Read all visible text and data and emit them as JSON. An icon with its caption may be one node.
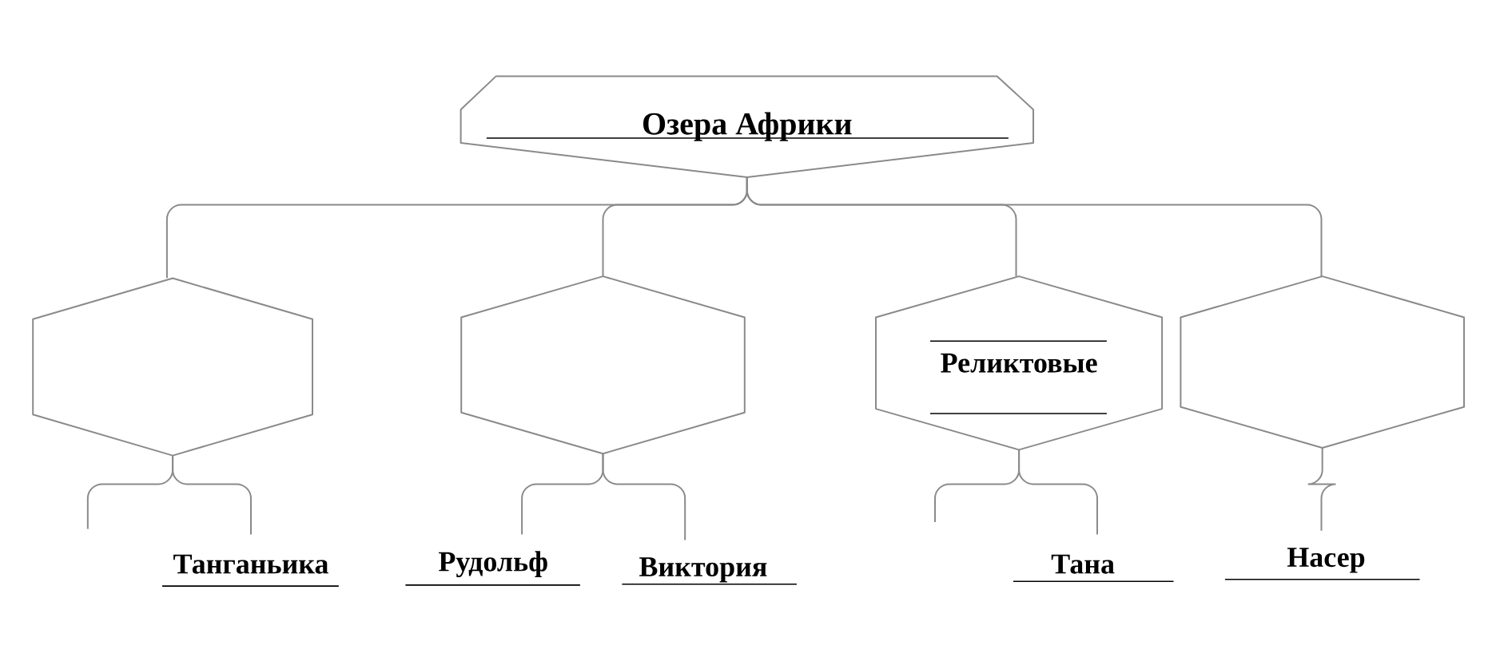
{
  "diagram": {
    "nodes": [
      {
        "text": [
          "Озера Африки"
        ]
      },
      {
        "text": [],
        "shape": "hexagon"
      },
      {
        "text": [],
        "shape": "hexagon"
      },
      {
        "text": [
          "Реликтовые"
        ]
      },
      {
        "text": [],
        "shape": "hexagon"
      },
      {
        "text": [
          "Танганьика"
        ]
      },
      {
        "text": [
          "Рудольф"
        ]
      },
      {
        "text": [
          "Виктория"
        ]
      },
      {
        "text": [
          "Тана"
        ]
      },
      {
        "text": [
          "Насер"
        ]
      }
    ],
    "edges": [
      {
        "from": 0,
        "to": 1,
        "arrow": "none"
      },
      {
        "from": 0,
        "to": 2,
        "arrow": "none"
      },
      {
        "from": 0,
        "to": 3,
        "arrow": "none"
      },
      {
        "from": 0,
        "to": 4,
        "arrow": "none"
      },
      {
        "from": 1,
        "to": null,
        "arrow": "none"
      },
      {
        "from": 1,
        "to": 5,
        "arrow": "none"
      },
      {
        "from": 2,
        "to": 6,
        "arrow": "none"
      },
      {
        "from": 2,
        "to": 7,
        "arrow": "none"
      },
      {
        "from": 3,
        "to": null,
        "arrow": "none"
      },
      {
        "from": 3,
        "to": 8,
        "arrow": "none"
      },
      {
        "from": 4,
        "to": 9,
        "arrow": "none"
      }
    ]
  }
}
